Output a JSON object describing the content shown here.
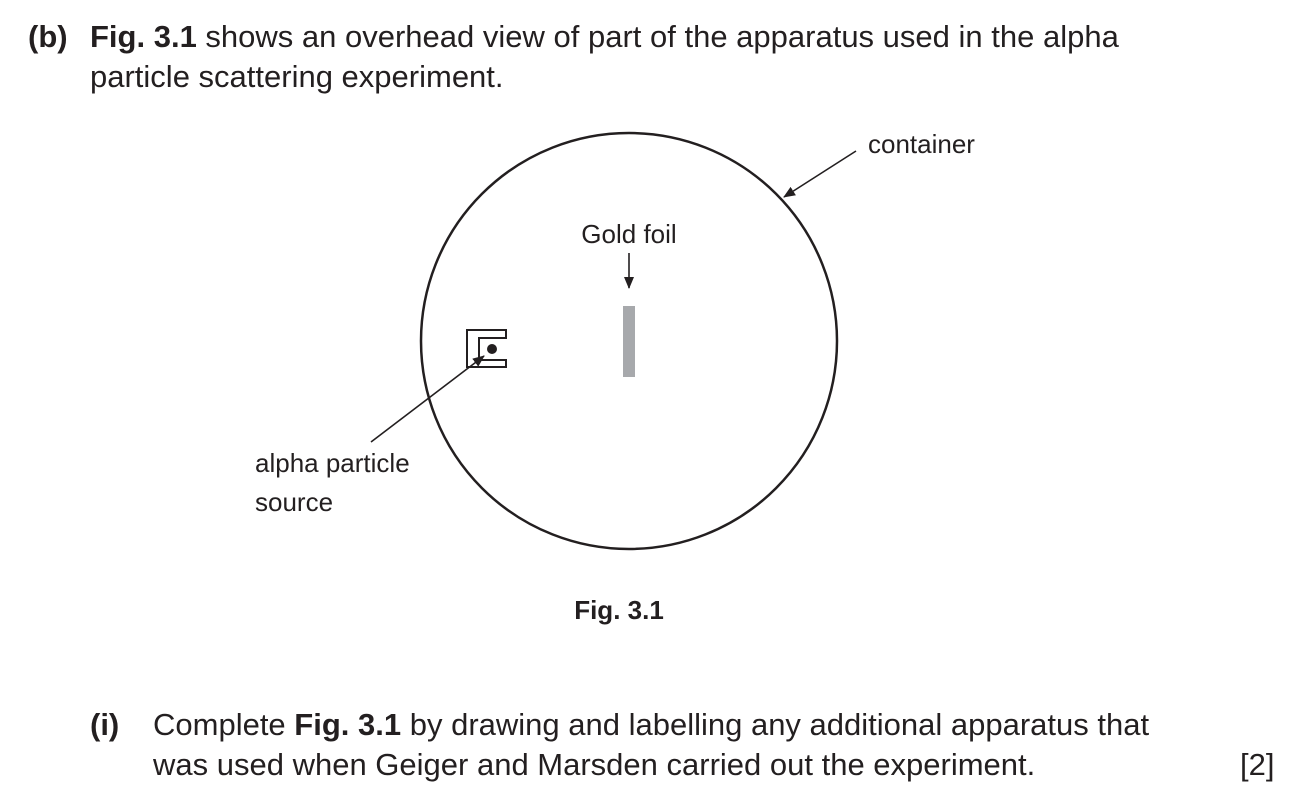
{
  "question": {
    "part_label": "(b)",
    "intro_bold": "Fig. 3.1",
    "intro_rest": " shows an overhead view of part of the apparatus used in the alpha",
    "intro_line2": "particle scattering experiment."
  },
  "figure": {
    "labels": {
      "container": "container",
      "gold_foil": "Gold foil",
      "source_line1": "alpha particle",
      "source_line2": "source"
    },
    "caption": "Fig. 3.1",
    "colors": {
      "ink": "#231f20",
      "foil": "#a7a9ac"
    }
  },
  "subquestion": {
    "label": "(i)",
    "line1_pre": "Complete ",
    "line1_bold": "Fig. 3.1",
    "line1_post": " by drawing and labelling any additional apparatus that",
    "line2": "was used when Geiger and Marsden carried out the experiment.",
    "marks": "[2]"
  }
}
